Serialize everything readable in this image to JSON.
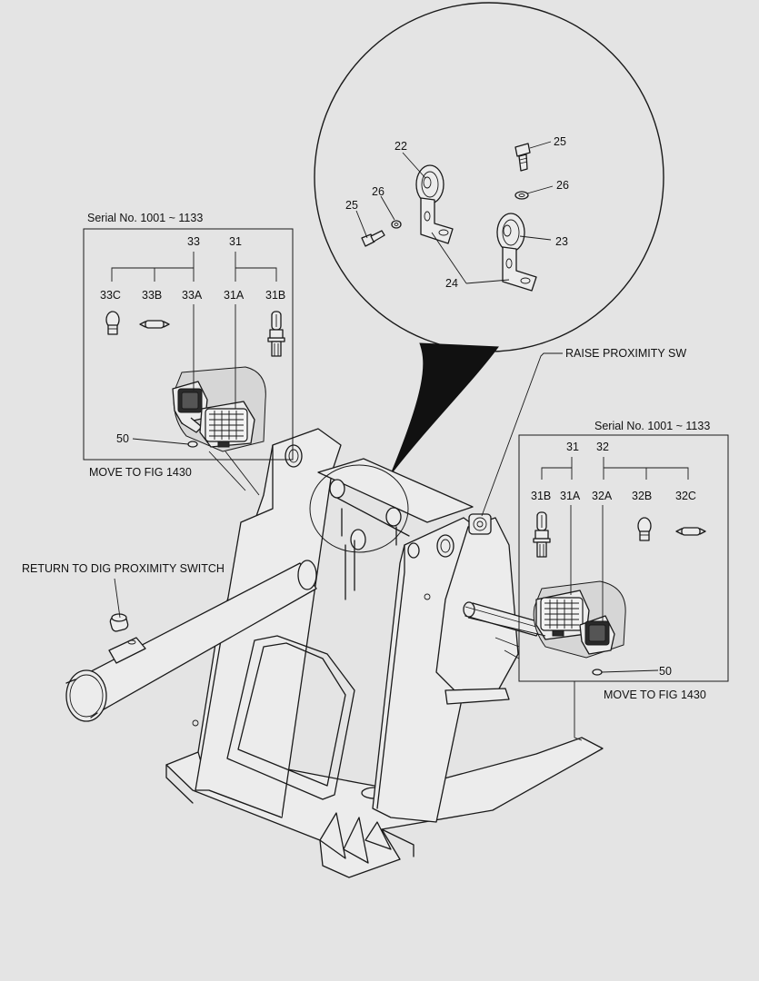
{
  "notes": {
    "serial_left": "Serial No. 1001 ~ 1133",
    "serial_right": "Serial No. 1001 ~ 1133",
    "move_left": "MOVE TO FIG 1430",
    "move_right": "MOVE TO FIG 1430",
    "raise_proximity": "RAISE PROXIMITY SW",
    "return_dig": "RETURN TO DIG PROXIMITY SWITCH"
  },
  "callouts_left": {
    "group_33": "33",
    "group_31": "31",
    "c33C": "33C",
    "c33B": "33B",
    "c33A": "33A",
    "c31A": "31A",
    "c31B": "31B",
    "c50": "50"
  },
  "callouts_right": {
    "group_31": "31",
    "group_32": "32",
    "c31B": "31B",
    "c31A": "31A",
    "c32A": "32A",
    "c32B": "32B",
    "c32C": "32C",
    "c50": "50"
  },
  "callouts_detail": {
    "c22": "22",
    "c23": "23",
    "c24": "24",
    "c25_left": "25",
    "c25_right": "25",
    "c26_left": "26",
    "c26_right": "26"
  },
  "colors": {
    "background": "#e4e4e4",
    "ink": "#1a1a1a"
  }
}
